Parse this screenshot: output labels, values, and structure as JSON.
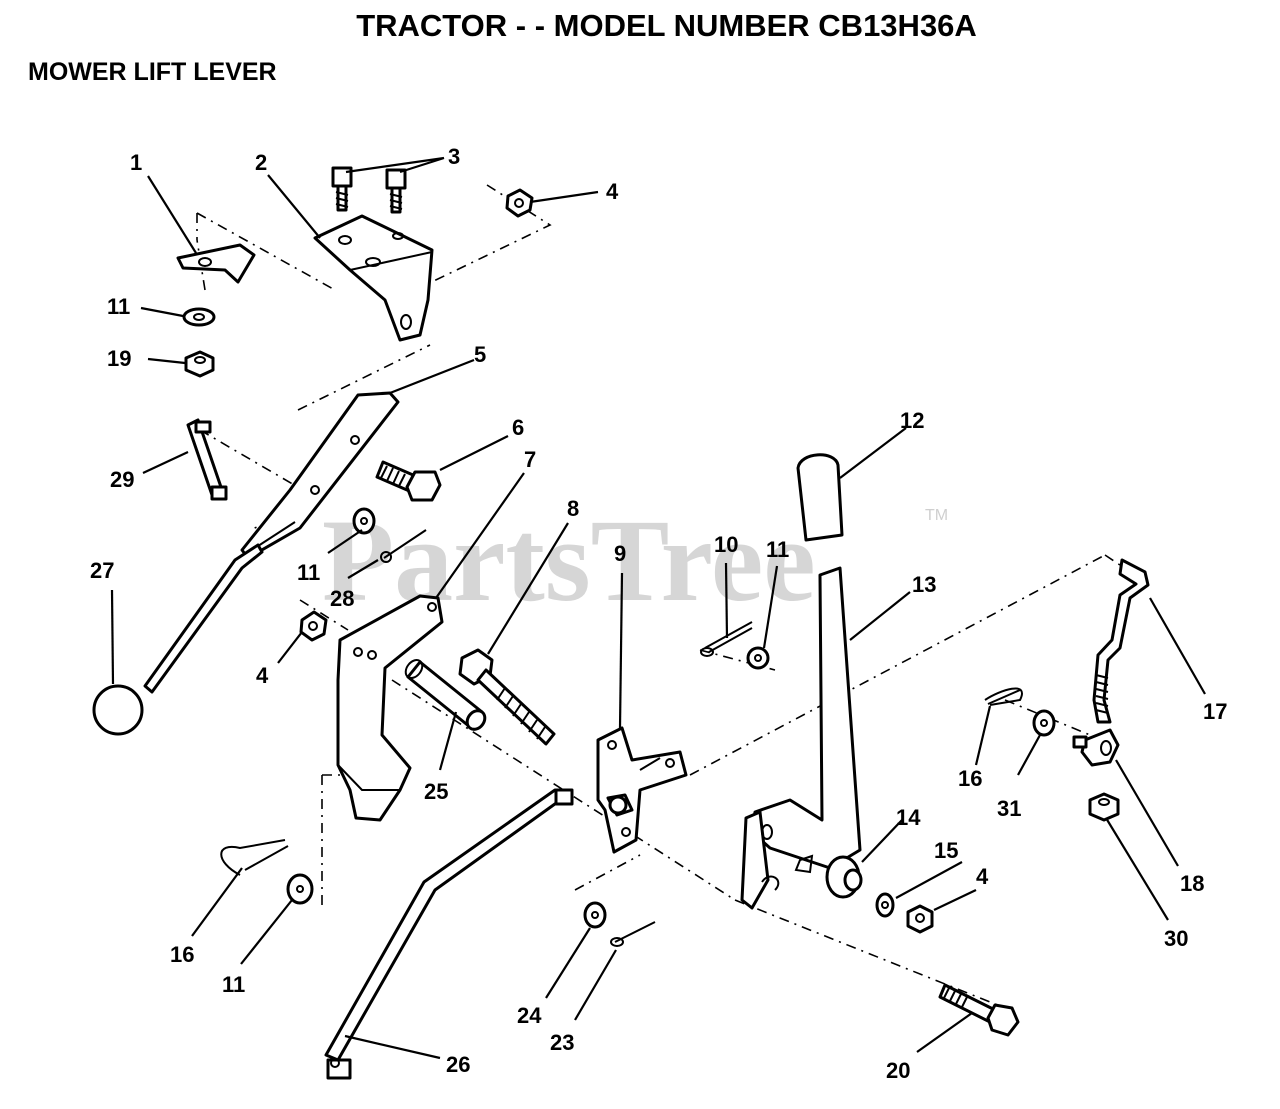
{
  "header": {
    "title": "TRACTOR - - MODEL NUMBER CB13H36A",
    "subtitle": "MOWER LIFT LEVER"
  },
  "watermark": {
    "text": "PartsTree",
    "trademark": "TM"
  },
  "callouts": {
    "c1": "1",
    "c2": "2",
    "c3": "3",
    "c4a": "4",
    "c4b": "4",
    "c4c": "4",
    "c5": "5",
    "c6": "6",
    "c7": "7",
    "c8": "8",
    "c9": "9",
    "c10": "10",
    "c11a": "11",
    "c11b": "11",
    "c11c": "11",
    "c11d": "11",
    "c12": "12",
    "c13": "13",
    "c14": "14",
    "c15": "15",
    "c16a": "16",
    "c16b": "16",
    "c17": "17",
    "c18": "18",
    "c19": "19",
    "c20": "20",
    "c23": "23",
    "c24": "24",
    "c25": "25",
    "c26": "26",
    "c27": "27",
    "c28": "28",
    "c29": "29",
    "c30": "30",
    "c31": "31"
  }
}
